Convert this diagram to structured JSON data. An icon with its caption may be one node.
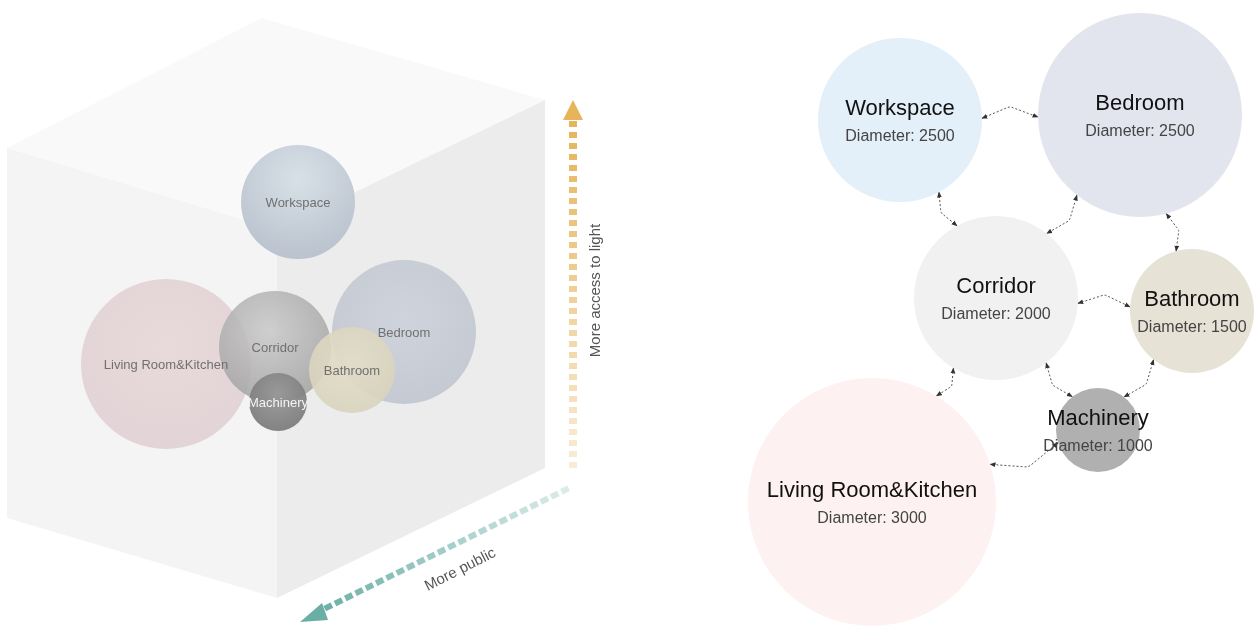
{
  "diagram": {
    "nodes": [
      {
        "text": [
          "Workspace"
        ]
      },
      {
        "text": [
          "Living Room&Kitchen"
        ]
      },
      {
        "text": [
          "Corridor"
        ]
      },
      {
        "text": [
          "Bedroom"
        ]
      },
      {
        "text": [
          "Bathroom"
        ]
      },
      {
        "text": [
          "Machinery"
        ]
      },
      {
        "text": [
          "Workspace",
          "Diameter: 2500"
        ]
      },
      {
        "text": [
          "Bedroom",
          "Diameter: 2500"
        ]
      },
      {
        "text": [
          "Corridor",
          "Diameter: 2000"
        ]
      },
      {
        "text": [
          "Bathroom",
          "Diameter: 1500"
        ]
      },
      {
        "text": [
          "Machinery",
          "Diameter: 1000"
        ]
      },
      {
        "text": [
          "Living Room&Kitchen",
          "Diameter: 3000"
        ]
      }
    ],
    "edges": [
      {
        "from": 6,
        "to": 7,
        "arrow": "both"
      },
      {
        "from": 6,
        "to": 8,
        "arrow": "both"
      },
      {
        "from": 7,
        "to": 8,
        "arrow": "both"
      },
      {
        "from": 7,
        "to": 9,
        "arrow": "both"
      },
      {
        "from": 8,
        "to": 9,
        "arrow": "both"
      },
      {
        "from": 8,
        "to": 10,
        "arrow": "both"
      },
      {
        "from": 9,
        "to": 10,
        "arrow": "both"
      },
      {
        "from": 8,
        "to": 11,
        "arrow": "both"
      },
      {
        "from": 10,
        "to": 11,
        "arrow": "both"
      }
    ],
    "labels": [
      "More access to light",
      "More public"
    ]
  }
}
